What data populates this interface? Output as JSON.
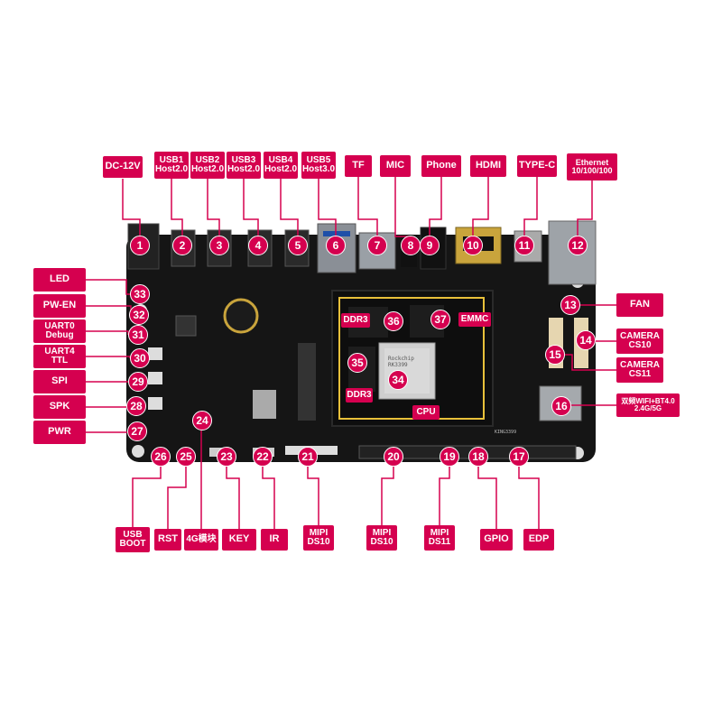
{
  "accent_color": "#d5004f",
  "board_color": "#151515",
  "labels": {
    "dc12v": "DC-12V",
    "usb1": "USB1\nHost2.0",
    "usb2": "USB2\nHost2.0",
    "usb3": "USB3\nHost2.0",
    "usb4": "USB4\nHost2.0",
    "usb5": "USB5\nHost3.0",
    "tf": "TF",
    "mic": "MIC",
    "phone": "Phone",
    "hdmi": "HDMI",
    "typec": "TYPE-C",
    "ethernet": "Ethernet\n10/100/100",
    "led": "LED",
    "pwen": "PW-EN",
    "uart0": "UART0\nDebug",
    "uart4": "UART4\nTTL",
    "spi": "SPI",
    "spk": "SPK",
    "pwr": "PWR",
    "fan": "FAN",
    "cam10": "CAMERA\nCS10",
    "cam11": "CAMERA\nCS11",
    "wifi": "双频WIFI+BT4.0\n2.4G/5G",
    "usbboot": "USB\nBOOT",
    "rst": "RST",
    "m4g": "4G模块",
    "key": "KEY",
    "ir": "IR",
    "mipids10a": "MIPI\nDS10",
    "mipids10b": "MIPI\nDS10",
    "mipids11": "MIPI\nDS11",
    "gpio": "GPIO",
    "edp": "EDP",
    "ddr3a": "DDR3",
    "ddr3b": "DDR3",
    "emmc": "EMMC",
    "cpu": "CPU"
  },
  "numbers": [
    "1",
    "2",
    "3",
    "4",
    "5",
    "6",
    "7",
    "8",
    "9",
    "10",
    "11",
    "12",
    "13",
    "14",
    "15",
    "16",
    "17",
    "18",
    "19",
    "20",
    "21",
    "22",
    "23",
    "24",
    "25",
    "26",
    "27",
    "28",
    "29",
    "30",
    "31",
    "32",
    "33",
    "34",
    "35",
    "36",
    "37"
  ],
  "chip_marking": "Rockchip\nRK3399",
  "board_silk": "KING3399"
}
